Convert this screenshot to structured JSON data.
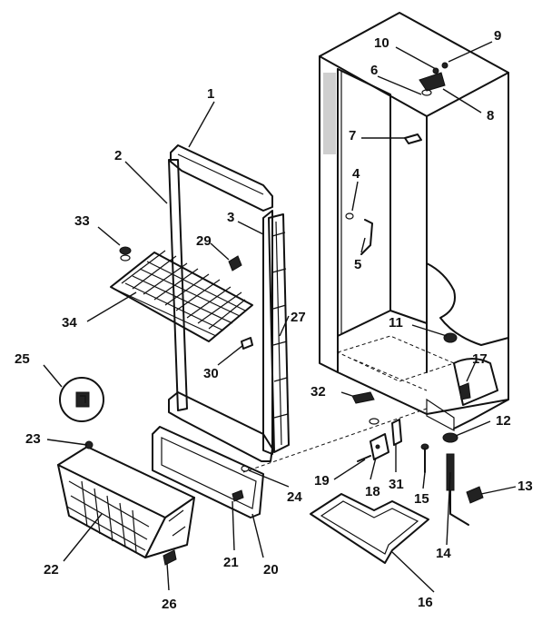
{
  "callouts": {
    "c1": "1",
    "c2": "2",
    "c3": "3",
    "c4": "4",
    "c5": "5",
    "c6": "6",
    "c7": "7",
    "c8": "8",
    "c9": "9",
    "c10": "10",
    "c11": "11",
    "c12": "12",
    "c13": "13",
    "c14": "14",
    "c15": "15",
    "c16": "16",
    "c17": "17",
    "c18": "18",
    "c19": "19",
    "c20": "20",
    "c21": "21",
    "c22": "22",
    "c23": "23",
    "c24": "24",
    "c25": "25",
    "c26": "26",
    "c27": "27",
    "c29": "29",
    "c30": "30",
    "c31": "31",
    "c32": "32",
    "c33": "33",
    "c34": "34"
  }
}
